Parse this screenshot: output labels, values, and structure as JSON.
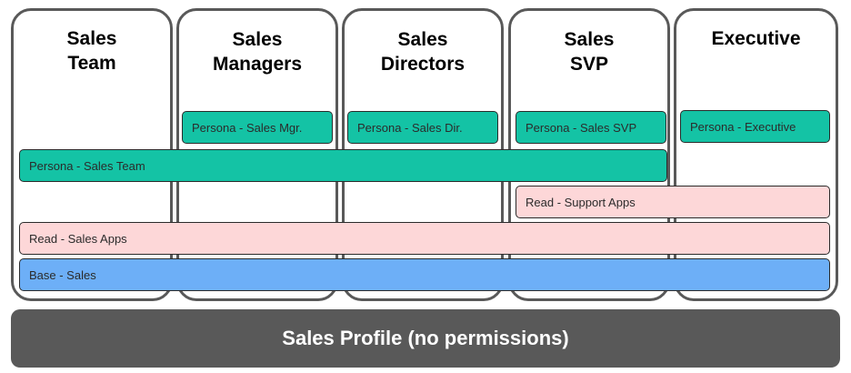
{
  "columns": [
    {
      "title": "Sales\nTeam"
    },
    {
      "title": "Sales\nManagers"
    },
    {
      "title": "Sales\nDirectors"
    },
    {
      "title": "Sales\nSVP"
    },
    {
      "title": "Executive"
    }
  ],
  "personas": {
    "sales_mgr": "Persona - Sales Mgr.",
    "sales_dir": "Persona - Sales Dir.",
    "sales_svp": "Persona - Sales SVP",
    "executive": "Persona - Executive",
    "sales_team": "Persona - Sales Team"
  },
  "read": {
    "support_apps": "Read - Support Apps",
    "sales_apps": "Read - Sales Apps"
  },
  "base": {
    "sales": "Base - Sales"
  },
  "profile": {
    "label": "Sales Profile (no permissions)"
  },
  "colors": {
    "persona": "#14c3a5",
    "read": "#fdd7d8",
    "base": "#6daff7",
    "profile": "#595959",
    "column_border": "#595959"
  }
}
